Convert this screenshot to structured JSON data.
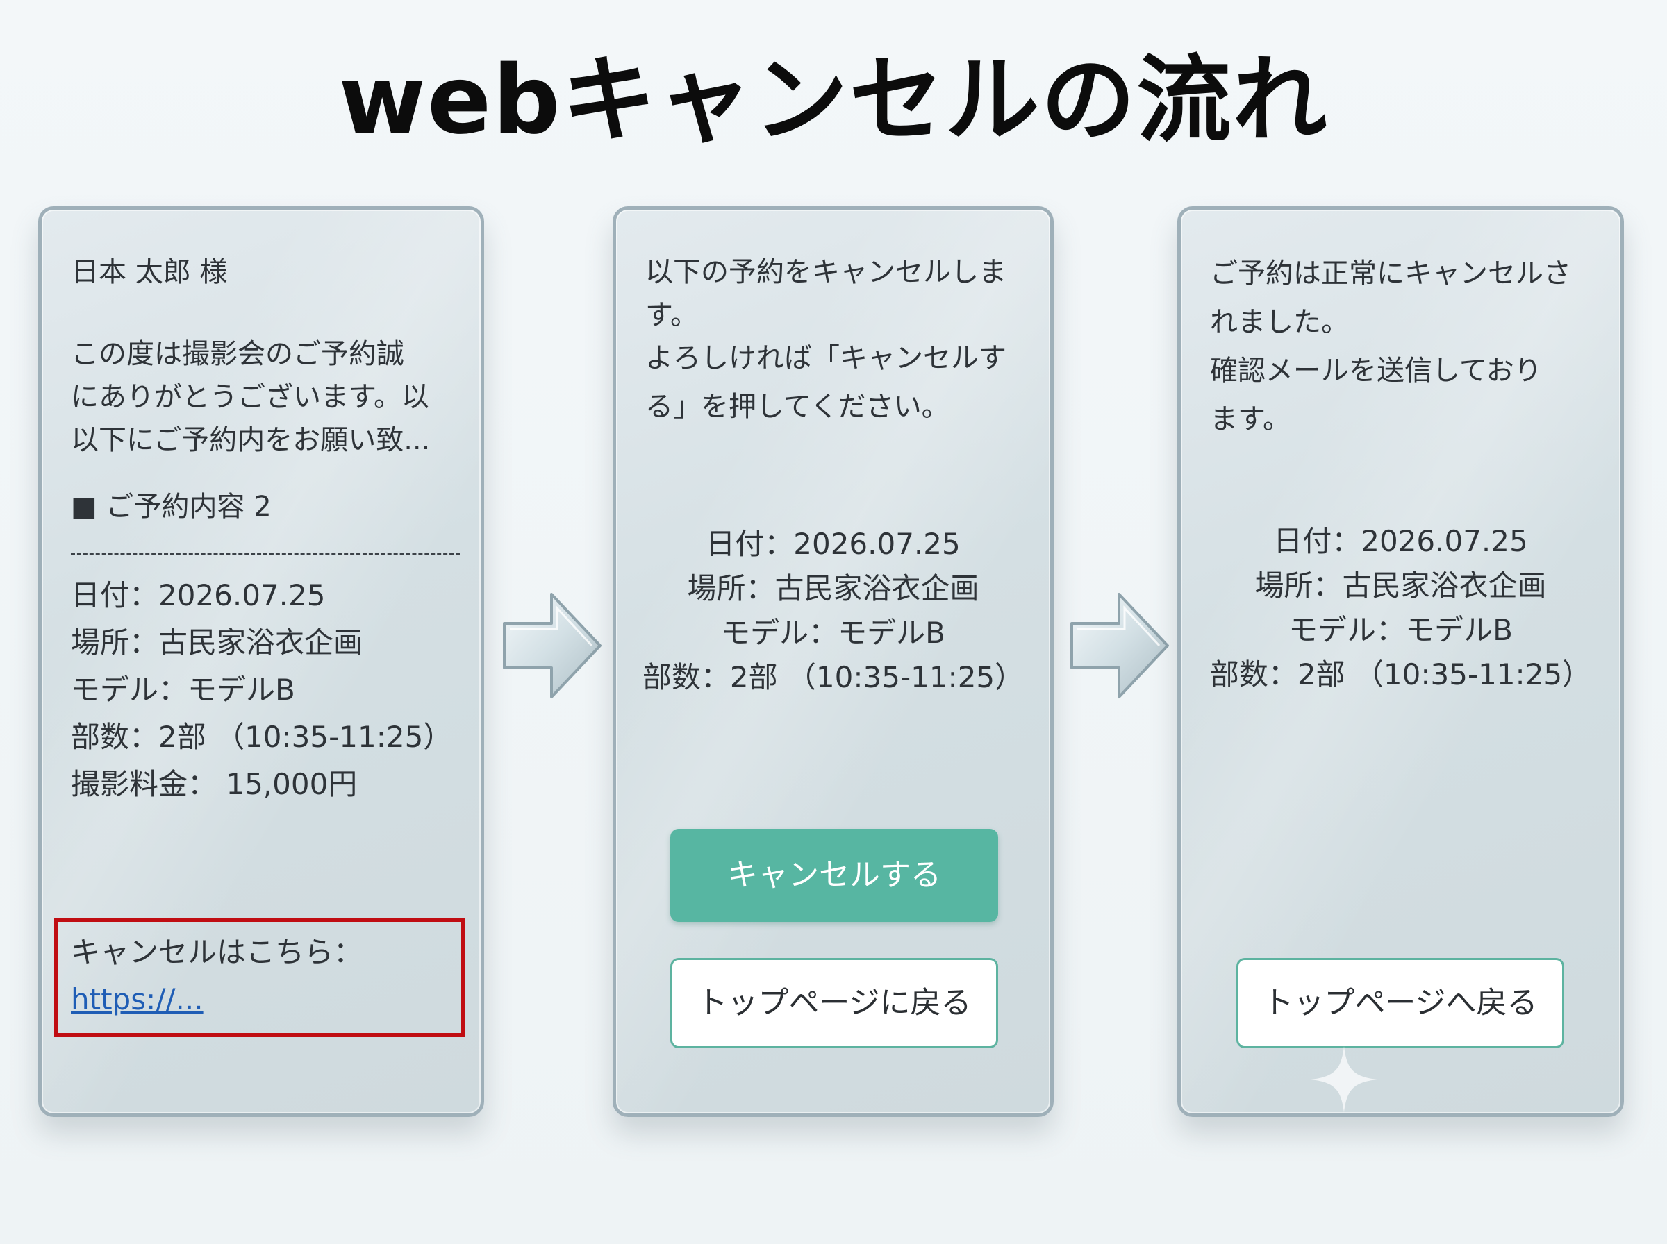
{
  "title": "webキャンセルの流れ",
  "card1": {
    "recipient": "日本 太郎 様",
    "intro_lines": [
      "この度は撮影会のご予約誠",
      "にありがとうございます。以",
      "以下にご予約内をお願い致..."
    ],
    "section_heading": "■ ご予約内容 2",
    "details": [
      "日付：2026.07.25",
      "場所：古民家浴衣企画",
      "モデル：モデルB",
      "部数：2部 （10:35-11:25）",
      "撮影料金： 15,000円"
    ],
    "cancel_label": "キャンセルはこちら：",
    "cancel_link": "https://..."
  },
  "card2": {
    "message_lines": [
      "以下の予約をキャンセルしま",
      "す。",
      "よろしければ「キャンセルす",
      "る」を押してください。"
    ],
    "details": [
      "日付：2026.07.25",
      "場所：古民家浴衣企画",
      "モデル：モデルB",
      "部数：2部 （10:35-11:25）"
    ],
    "cancel_button": "キャンセルする",
    "top_button": "トップページに戻る"
  },
  "card3": {
    "message_lines": [
      "ご予約は正常にキャンセルさ",
      "れました。",
      "確認メールを送信しており",
      "ます。"
    ],
    "details": [
      "日付：2026.07.25",
      "場所：古民家浴衣企画",
      "モデル：モデルB",
      "部数：2部 （10:35-11:25）"
    ],
    "top_button": "トップページへ戻る"
  },
  "icons": {
    "arrow": "arrow-right-icon",
    "sparkle": "sparkle-icon"
  },
  "colors": {
    "primary_button": "#57b6a2",
    "highlight_border": "#c00d12",
    "link": "#1f5db5"
  }
}
